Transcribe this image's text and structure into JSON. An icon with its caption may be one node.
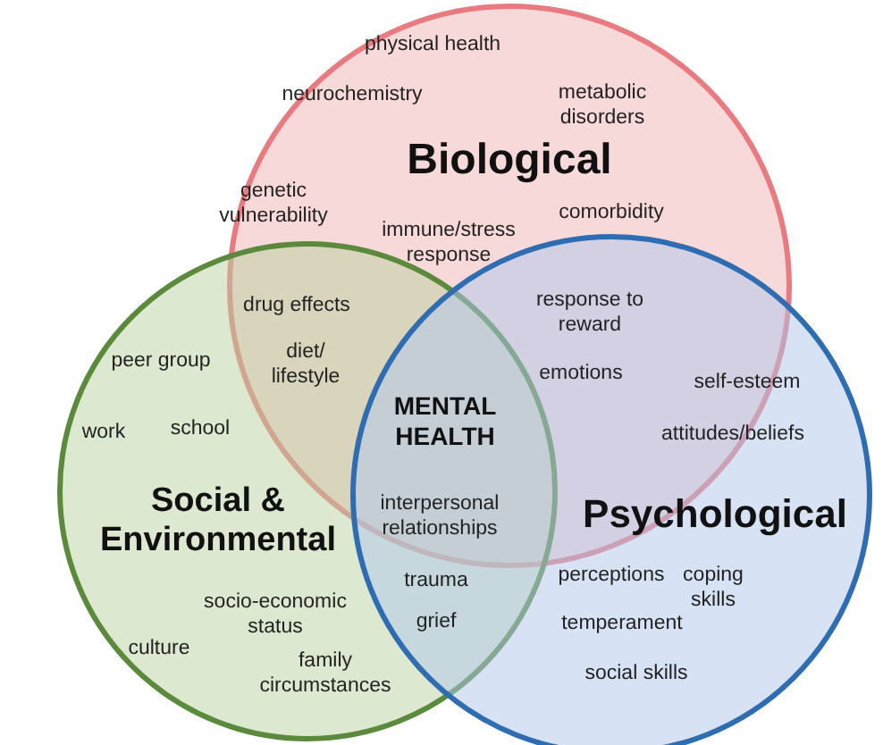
{
  "diagram": {
    "nodes": [
      {
        "text": [
          "Biological"
        ]
      },
      {
        "text": [
          "Social & Environmental"
        ]
      },
      {
        "text": [
          "Psychological"
        ]
      }
    ],
    "labels": [
      "physical health",
      "neurochemistry",
      "metabolic disorders",
      "genetic vulnerability",
      "immune/stress response",
      "comorbidity",
      "drug effects",
      "response to reward",
      "peer group",
      "diet/ lifestyle",
      "emotions",
      "self-esteem",
      "work",
      "school",
      "MENTAL HEALTH",
      "attitudes/beliefs",
      "interpersonal relationships",
      "perceptions",
      "coping skills",
      "socio-economic status",
      "trauma",
      "temperament",
      "grief",
      "culture",
      "family circumstances",
      "social skills"
    ]
  }
}
